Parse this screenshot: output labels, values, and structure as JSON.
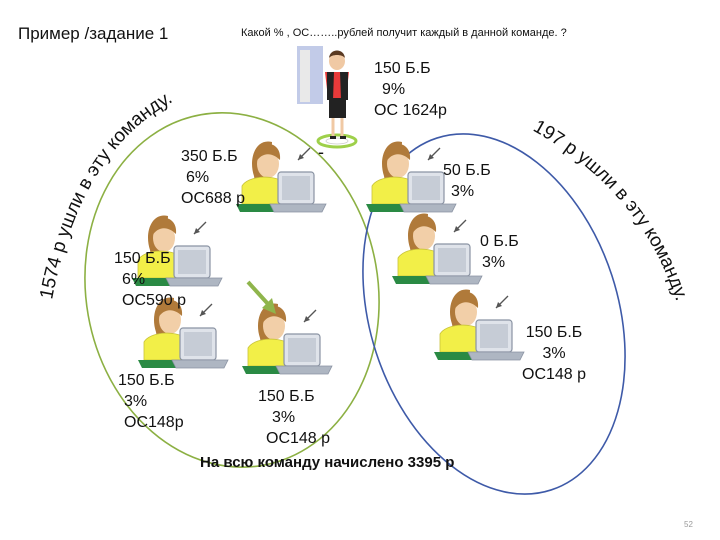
{
  "title": "Пример /задание  1",
  "question": "Какой  % , ОС……..рублей получит каждый в данной  команде. ?",
  "leader": {
    "line1": "150 Б.Б",
    "line2": "9%",
    "line3": "ОС 1624р"
  },
  "members": [
    {
      "line1": "350 Б.Б",
      "line2": "6%",
      "line3": "ОС688 р"
    },
    {
      "line1": "150 Б.Б",
      "line2": "6%",
      "line3": "ОС590 р"
    },
    {
      "line1": "150 Б.Б",
      "line2": "3%",
      "line3": "ОС148р"
    },
    {
      "line1": "150 Б.Б",
      "line2": "3%",
      "line3": "ОС148 р"
    },
    {
      "line1": "50 Б.Б",
      "line2": "3%"
    },
    {
      "line1": "0 Б.Б",
      "line2": "3%"
    },
    {
      "line1": "150 Б.Б",
      "line2": "3%",
      "line3": "ОС148 р"
    }
  ],
  "left_arc_text": "1574 р ушли в эту команду.",
  "right_arc_text": "197 р ушли в эту команду.",
  "dash": "-",
  "total": "На всю команду начислено 3395 р",
  "page_number": "52",
  "colors": {
    "left_oval": "#8cb043",
    "right_oval": "#3e5aa8",
    "arrow": "#8fb54c",
    "shirt": "#f2ef48",
    "ring": "#9ed04a"
  },
  "icons": [
    "businesswoman-icon",
    "woman-at-laptop-icon"
  ]
}
